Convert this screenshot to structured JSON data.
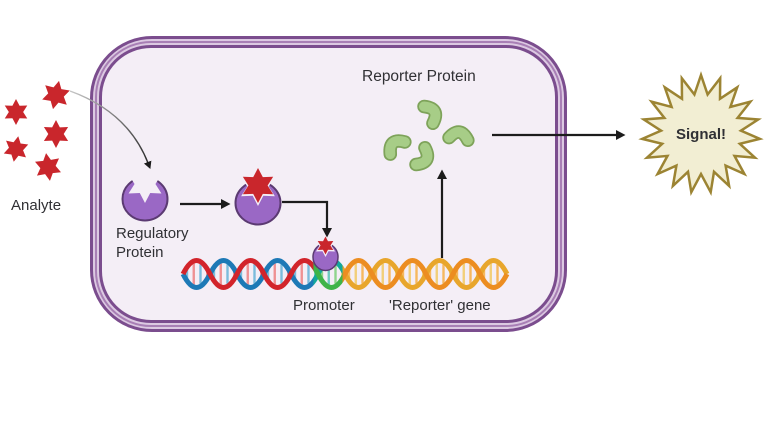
{
  "diagram": {
    "type": "biosensor reporter-gene schematic",
    "labels": {
      "analyte": "Analyte",
      "regulatory_protein": "Regulatory Protein",
      "reporter_protein": "Reporter Protein",
      "promoter": "Promoter",
      "reporter_gene": "'Reporter' gene",
      "signal": "Signal!"
    },
    "counts": {
      "analyte_stars": 5,
      "reporter_protein_blobs": 4
    },
    "colors": {
      "analyte_red": "#c9262c",
      "protein_purple": "#9a68c5",
      "protein_outline": "#5b3a72",
      "membrane_purple": "#7b4d8e",
      "membrane_mid": "#a87fb5",
      "membrane_band": "#dcc9e2",
      "cell_interior": "#f4eef6",
      "reporter_green": "#a7cd87",
      "reporter_green_outline": "#7ea35a",
      "dna_blue": "#1d79b6",
      "dna_red": "#d2242b",
      "dna_teal": "#13a89c",
      "dna_green": "#3fb449",
      "dna_orange": "#ec8d21",
      "dna_gold": "#e8a62c",
      "signal_fill": "#f2eed3",
      "signal_border": "#9c8433",
      "arrow_black": "#1c1c1c"
    }
  }
}
